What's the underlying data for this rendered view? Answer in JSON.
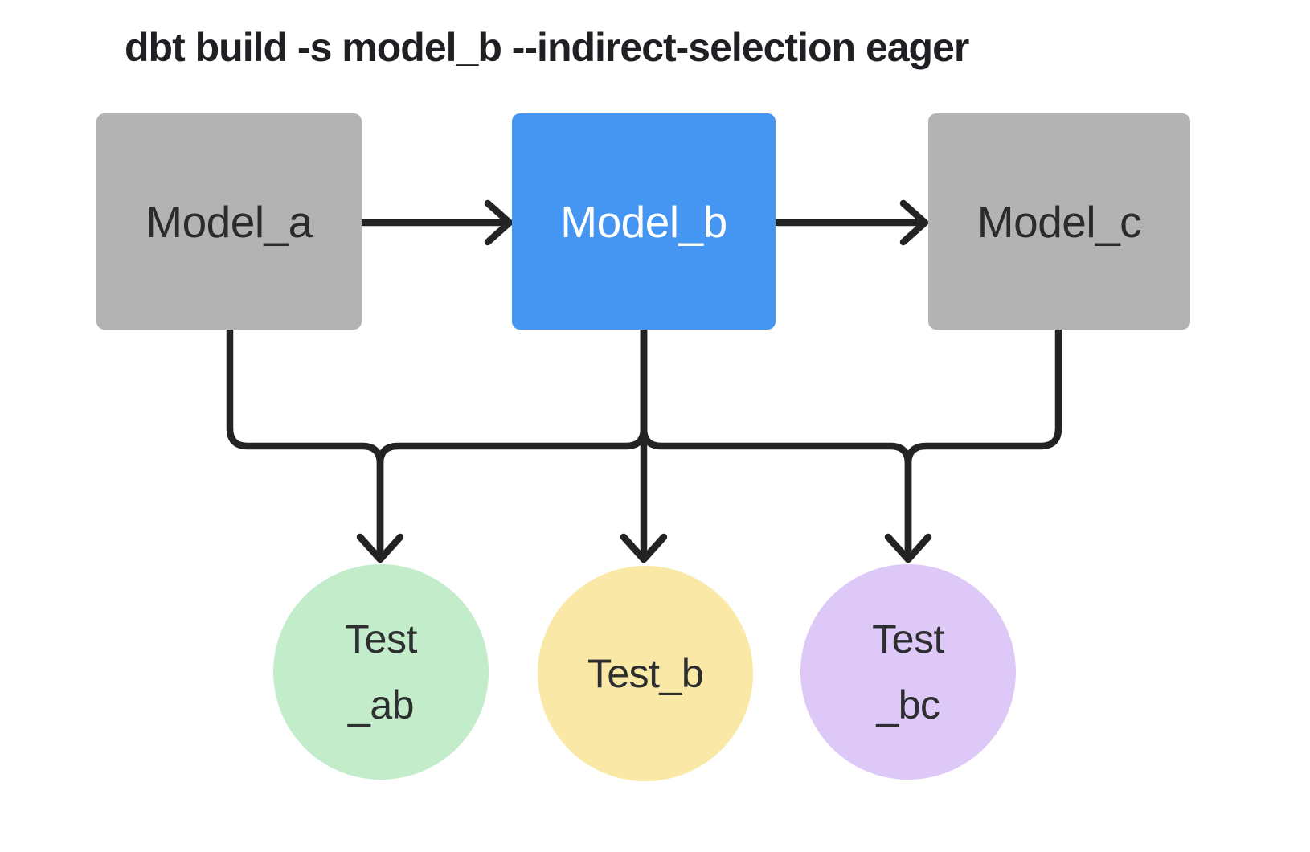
{
  "title": "dbt build -s model_b --indirect-selection eager",
  "colors": {
    "background": "#ffffff",
    "model_default_fill": "#b3b3b3",
    "model_selected_fill": "#4596f3",
    "test_ab_fill": "#c3ecca",
    "test_b_fill": "#fae8a6",
    "test_bc_fill": "#ddc8f7",
    "edge_stroke": "#232323",
    "dark_text": "#2b2b2b",
    "light_text": "#ffffff",
    "title_text": "#1e2023"
  },
  "nodes": {
    "model_a": {
      "label": "Model_a",
      "kind": "model",
      "selected": false
    },
    "model_b": {
      "label": "Model_b",
      "kind": "model",
      "selected": true
    },
    "model_c": {
      "label": "Model_c",
      "kind": "model",
      "selected": false
    },
    "test_ab": {
      "line1": "Test",
      "line2": "_ab",
      "kind": "test"
    },
    "test_b": {
      "label": "Test_b",
      "kind": "test"
    },
    "test_bc": {
      "line1": "Test",
      "line2": "_bc",
      "kind": "test"
    }
  },
  "edges": [
    {
      "from": "model_a",
      "to": "model_b"
    },
    {
      "from": "model_b",
      "to": "model_c"
    },
    {
      "from": "model_a",
      "to": "test_ab"
    },
    {
      "from": "model_b",
      "to": "test_ab"
    },
    {
      "from": "model_b",
      "to": "test_b"
    },
    {
      "from": "model_b",
      "to": "test_bc"
    },
    {
      "from": "model_c",
      "to": "test_bc"
    }
  ]
}
